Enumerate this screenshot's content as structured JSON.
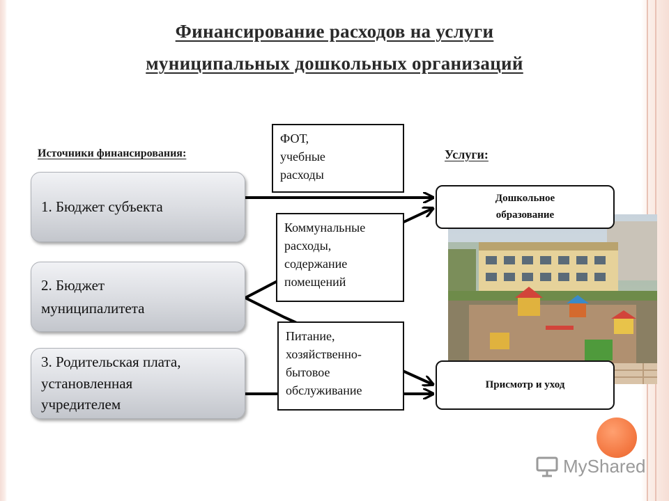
{
  "title": {
    "line1": "Финансирование расходов на услуги",
    "line2": "муниципальных дошкольных организаций"
  },
  "sources": {
    "label": "Источники финансирования:",
    "items": [
      {
        "lines": [
          "1. Бюджет субъекта"
        ]
      },
      {
        "lines": [
          "2. Бюджет",
          "муниципалитета"
        ]
      },
      {
        "lines": [
          "3. Родительская плата,",
          "установленная",
          "учредителем"
        ]
      }
    ]
  },
  "expenses": {
    "items": [
      {
        "lines": [
          "ФОТ,",
          "учебные",
          "расходы"
        ]
      },
      {
        "lines": [
          "Коммунальные",
          "расходы,",
          "содержание",
          "помещений"
        ]
      },
      {
        "lines": [
          "Питание,",
          "хозяйственно-",
          "бытовое",
          "обслуживание"
        ]
      }
    ]
  },
  "services": {
    "label": "Услуги:",
    "items": [
      {
        "lines": [
          "Дошкольное",
          "образование"
        ]
      },
      {
        "lines": [
          "Присмотр и уход"
        ]
      }
    ]
  },
  "watermark": {
    "text": "MyShared"
  },
  "colors": {
    "accent_orange": "#f47a44",
    "box_gray": "#d9dbe0",
    "line_black": "#000000"
  }
}
